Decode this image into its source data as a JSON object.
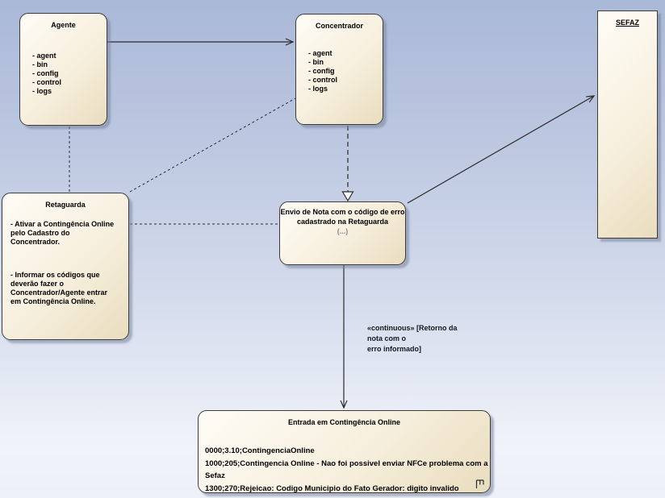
{
  "colors": {
    "canvas_top": "#aab8d8",
    "canvas_bottom": "#ecf0f8",
    "node_fill_light": "#fefcf6",
    "node_fill_dark": "#e9ddbe",
    "node_border": "#3c3c3c",
    "connector": "#2b2b2b",
    "ellipsis_gray": "#8a8a8a"
  },
  "nodes": {
    "agente": {
      "title": "Agente",
      "items": [
        "- agent",
        "- bin",
        "- config",
        "- control",
        "- logs"
      ]
    },
    "concentrador": {
      "title": "Concentrador",
      "items": [
        "- agent",
        "- bin",
        "- config",
        "- control",
        "- logs"
      ]
    },
    "sefaz": {
      "title": "SEFAZ"
    },
    "retaguarda": {
      "title": "Retaguarda",
      "body1": "- Ativar a Contingência Online\npelo Cadastro do\nConcentrador.",
      "body2": "- Informar os códigos que\ndeverão fazer o\nConcentrador/Agente entrar\nem Contingência Online."
    },
    "envio": {
      "title": "Envio de Nota com o código de erro\ncadastrado na Retaguarda",
      "ellipsis": "(...)"
    },
    "entrada": {
      "title": "Entrada em Contingência Online",
      "lines": [
        "0000;3.10;ContingenciaOnline",
        "1000;205;Contingencia Online - Nao foi possivel enviar NFCe problema com a Sefaz",
        "1300;270;Rejeicao: Codigo Municipio do Fato Gerador: digito invalido"
      ]
    }
  },
  "connector_labels": {
    "continuous": "«continuous» [Retorno da nota com o\nerro informado]"
  }
}
